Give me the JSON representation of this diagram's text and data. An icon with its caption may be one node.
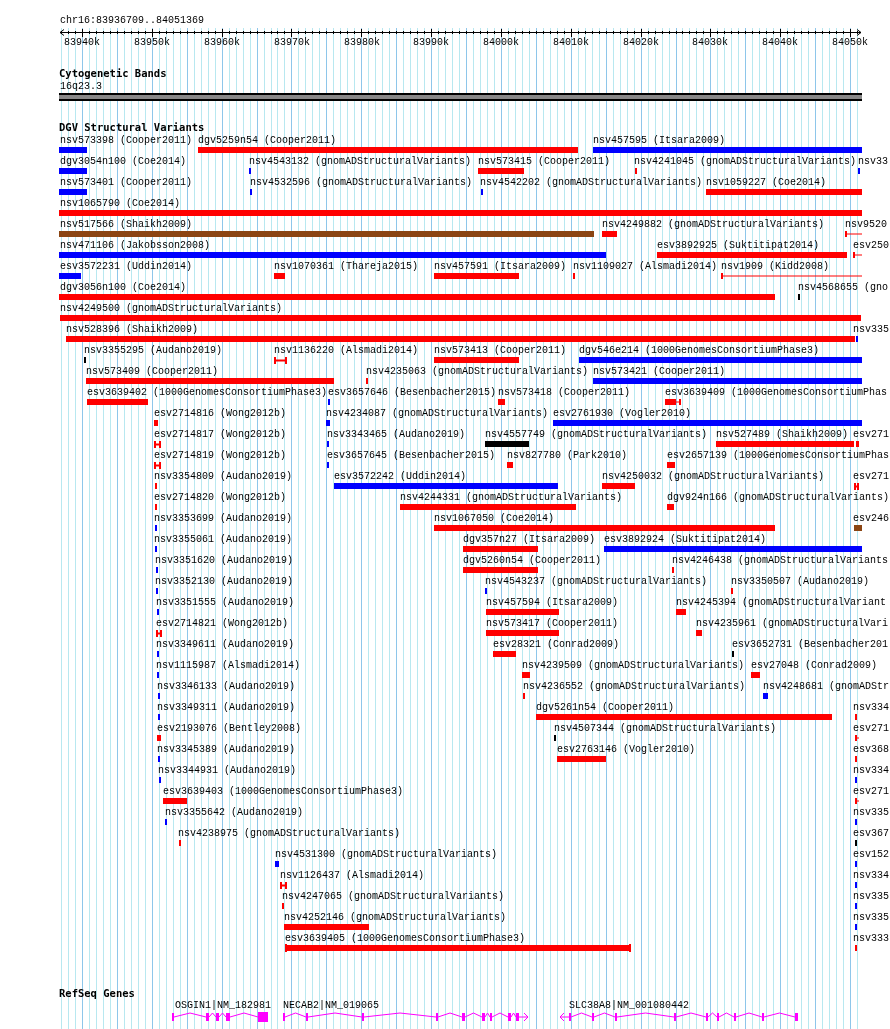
{
  "diagram": {
    "labels": [
      "chr16:83936709..84051369",
      "83940k",
      "83950k",
      "83960k",
      "83970k",
      "83980k",
      "83990k",
      "84000k",
      "84010k",
      "84020k",
      "84030k",
      "84040k",
      "84050k",
      "Cytogenetic Bands",
      "16q23.3",
      "DGV Structural Variants",
      "nsv573398 (Cooper2011)",
      "dgv5259n54 (Cooper2011)",
      "nsv457595 (Itsara2009)",
      "dgv3054n100 (Coe2014)",
      "nsv4543132 (gnomADStructuralVariants)",
      "nsv573415 (Cooper2011)",
      "nsv4241045 (gnomADStructuralVariants)",
      "nsv33",
      "nsv573401 (Cooper2011)",
      "nsv4532596 (gnomADStructuralVariants)",
      "nsv4542202 (gnomADStructuralVariants)",
      "nsv1059227 (Coe2014)",
      "nsv1065790 (Coe2014)",
      "nsv517566 (Shaikh2009)",
      "nsv4249882 (gnomADStructuralVariants)",
      "nsv9520",
      "nsv471106 (Jakobsson2008)",
      "esv3892925 (Suktitipat2014)",
      "esv250",
      "esv3572231 (Uddin2014)",
      "nsv1070361 (Thareja2015)",
      "nsv457591 (Itsara2009)",
      "nsv1109027 (Alsmadi2014)",
      "nsv1909 (Kidd2008)",
      "dgv3056n100 (Coe2014)",
      "nsv4568655 (gno",
      "nsv4249500 (gnomADStructuralVariants)",
      "nsv528396 (Shaikh2009)",
      "nsv335",
      "nsv3355295 (Audano2019)",
      "nsv1136220 (Alsmadi2014)",
      "nsv573413 (Cooper2011)",
      "dgv546e214 (1000GenomesConsortiumPhase3)",
      "nsv573409 (Cooper2011)",
      "nsv4235063 (gnomADStructuralVariants)",
      "nsv573421 (Cooper2011)",
      "esv3639402 (1000GenomesConsortiumPhase3)",
      "esv3657646 (Besenbacher2015)",
      "nsv573418 (Cooper2011)",
      "esv3639409 (1000GenomesConsortiumPhas",
      "esv2714816 (Wong2012b)",
      "nsv4234087 (gnomADStructuralVariants)",
      "esv2761930 (Vogler2010)",
      "esv2714817 (Wong2012b)",
      "nsv3343465 (Audano2019)",
      "nsv4557749 (gnomADStructuralVariants)",
      "nsv527489 (Shaikh2009)",
      "esv271",
      "esv2714819 (Wong2012b)",
      "esv3657645 (Besenbacher2015)",
      "nsv827780 (Park2010)",
      "esv2657139 (1000GenomesConsortiumPhas",
      "nsv3354809 (Audano2019)",
      "esv3572242 (Uddin2014)",
      "nsv4250032 (gnomADStructuralVariants)",
      "esv271",
      "esv2714820 (Wong2012b)",
      "nsv4244331 (gnomADStructuralVariants)",
      "dgv924n166 (gnomADStructuralVariants)",
      "nsv3353699 (Audano2019)",
      "nsv1067050 (Coe2014)",
      "esv246",
      "nsv3355061 (Audano2019)",
      "dgv357n27 (Itsara2009)",
      "esv3892924 (Suktitipat2014)",
      "nsv3351620 (Audano2019)",
      "dgv5260n54 (Cooper2011)",
      "nsv4246438 (gnomADStructuralVariants",
      "nsv3352130 (Audano2019)",
      "nsv4543237 (gnomADStructuralVariants)",
      "nsv3350507 (Audano2019)",
      "nsv3351555 (Audano2019)",
      "nsv457594 (Itsara2009)",
      "nsv4245394 (gnomADStructuralVariant",
      "esv2714821 (Wong2012b)",
      "nsv573417 (Cooper2011)",
      "nsv4235961 (gnomADStructuralVari",
      "nsv3349611 (Audano2019)",
      "esv28321 (Conrad2009)",
      "esv3652731 (Besenbacher201",
      "nsv1115987 (Alsmadi2014)",
      "nsv4239509 (gnomADStructuralVariants)",
      "esv27048 (Conrad2009)",
      "nsv3346133 (Audano2019)",
      "nsv4236552 (gnomADStructuralVariants)",
      "nsv4248681 (gnomADStr",
      "nsv3349311 (Audano2019)",
      "dgv5261n54 (Cooper2011)",
      "nsv334",
      "esv2193076 (Bentley2008)",
      "nsv4507344 (gnomADStructuralVariants)",
      "esv271",
      "nsv3345389 (Audano2019)",
      "esv2763146 (Vogler2010)",
      "esv368",
      "nsv3344931 (Audano2019)",
      "nsv334",
      "esv3639403 (1000GenomesConsortiumPhase3)",
      "esv271",
      "nsv3355642 (Audano2019)",
      "nsv335",
      "nsv4238975 (gnomADStructuralVariants)",
      "esv367",
      "nsv4531300 (gnomADStructuralVariants)",
      "esv152",
      "nsv1126437 (Alsmadi2014)",
      "nsv334",
      "nsv4247065 (gnomADStructuralVariants)",
      "nsv335",
      "nsv4252146 (gnomADStructuralVariants)",
      "nsv335",
      "esv3639405 (1000GenomesConsortiumPhase3)",
      "nsv333",
      "RefSeq Genes",
      "OSGIN1|NM_182981",
      "NECAB2|NM_019065",
      "SLC38A8|NM_001080442"
    ]
  }
}
